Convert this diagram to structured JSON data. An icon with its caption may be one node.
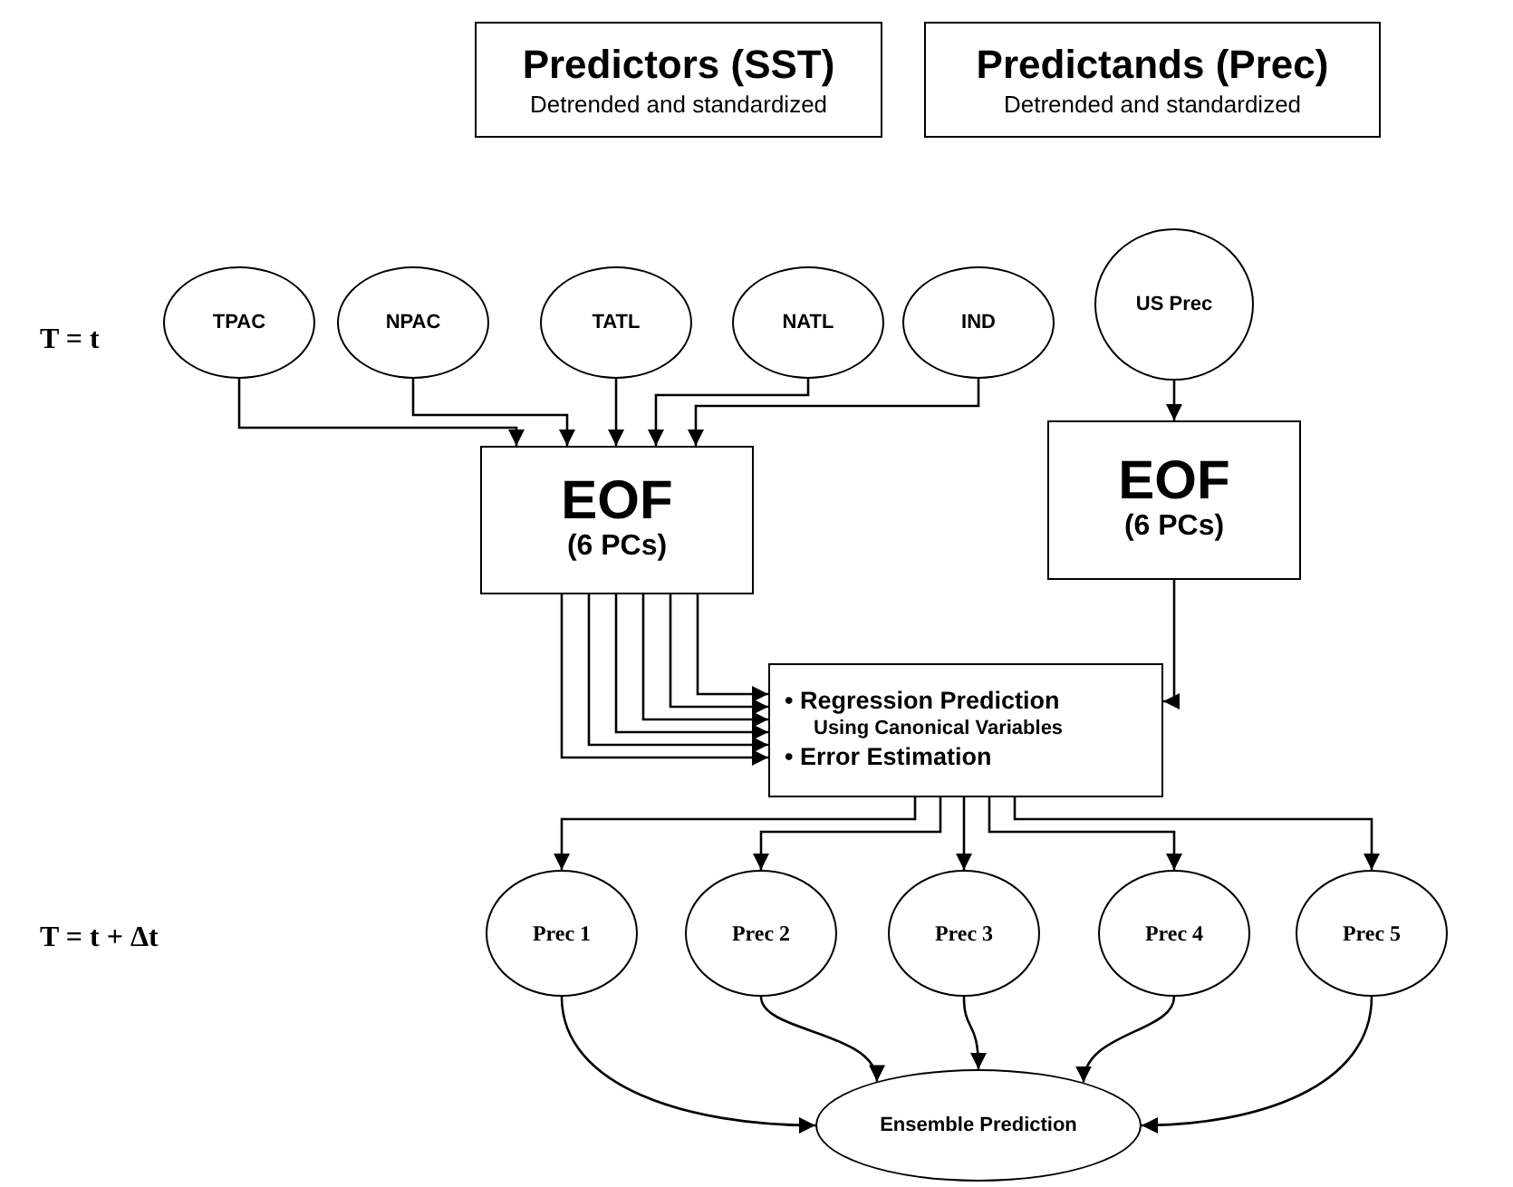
{
  "diagram": {
    "nodes": [
      {
        "text": [
          "Predictors (SST)",
          "Detrended and standardized"
        ]
      },
      {
        "text": [
          "Predictands (Prec)",
          "Detrended and standardized"
        ]
      },
      {
        "text": [
          "TPAC"
        ]
      },
      {
        "text": [
          "NPAC"
        ]
      },
      {
        "text": [
          "TATL"
        ]
      },
      {
        "text": [
          "NATL"
        ]
      },
      {
        "text": [
          "IND"
        ]
      },
      {
        "text": [
          "US Prec"
        ]
      },
      {
        "text": [
          "EOF",
          "(6 PCs)"
        ]
      },
      {
        "text": [
          "EOF",
          "(6 PCs)"
        ]
      },
      {
        "text": [
          "• Regression Prediction",
          "Using Canonical Variables",
          "• Error Estimation"
        ]
      },
      {
        "text": [
          "Prec 1"
        ]
      },
      {
        "text": [
          "Prec 2"
        ]
      },
      {
        "text": [
          "Prec 3"
        ]
      },
      {
        "text": [
          "Prec 4"
        ]
      },
      {
        "text": [
          "Prec 5"
        ]
      },
      {
        "text": [
          "Ensemble Prediction"
        ]
      }
    ],
    "edges": [
      {
        "from": 2,
        "to": 8,
        "arrow": "to"
      },
      {
        "from": 3,
        "to": 8,
        "arrow": "to"
      },
      {
        "from": 4,
        "to": 8,
        "arrow": "to"
      },
      {
        "from": 5,
        "to": 8,
        "arrow": "to"
      },
      {
        "from": 6,
        "to": 8,
        "arrow": "to"
      },
      {
        "from": 7,
        "to": 9,
        "arrow": "to"
      },
      {
        "from": 8,
        "to": 10,
        "arrow": "to"
      },
      {
        "from": 8,
        "to": 10,
        "arrow": "to"
      },
      {
        "from": 8,
        "to": 10,
        "arrow": "to"
      },
      {
        "from": 8,
        "to": 10,
        "arrow": "to"
      },
      {
        "from": 8,
        "to": 10,
        "arrow": "to"
      },
      {
        "from": 8,
        "to": 10,
        "arrow": "to"
      },
      {
        "from": 9,
        "to": 10,
        "arrow": "to"
      },
      {
        "from": 10,
        "to": 11,
        "arrow": "to"
      },
      {
        "from": 10,
        "to": 12,
        "arrow": "to"
      },
      {
        "from": 10,
        "to": 13,
        "arrow": "to"
      },
      {
        "from": 10,
        "to": 14,
        "arrow": "to"
      },
      {
        "from": 10,
        "to": 15,
        "arrow": "to"
      },
      {
        "from": 11,
        "to": 16,
        "arrow": "to"
      },
      {
        "from": 12,
        "to": 16,
        "arrow": "to"
      },
      {
        "from": 13,
        "to": 16,
        "arrow": "to"
      },
      {
        "from": 14,
        "to": 16,
        "arrow": "to"
      },
      {
        "from": 15,
        "to": 16,
        "arrow": "to"
      }
    ],
    "labels": [
      "T = t",
      "T = t + Δt"
    ]
  }
}
